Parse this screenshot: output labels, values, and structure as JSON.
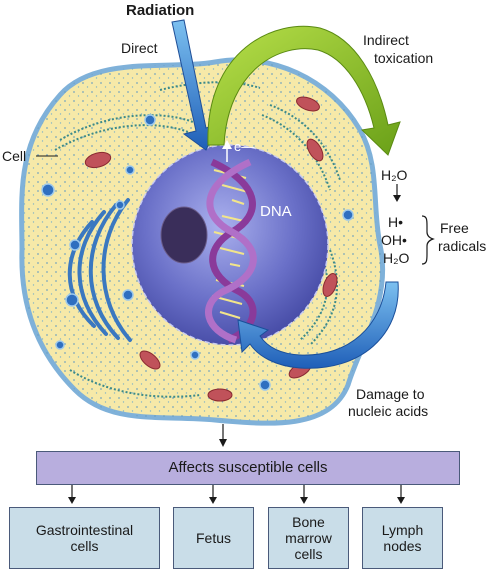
{
  "labels": {
    "radiation": "Radiation",
    "direct": "Direct",
    "indirect": "Indirect",
    "toxication": "toxication",
    "cell": "Cell",
    "dna": "DNA",
    "electron": "e—",
    "water": "H₂O",
    "h_radical": "H•",
    "oh_radical": "OH•",
    "water2": "H₂O",
    "free": "Free",
    "radicals": "radicals",
    "damage_line1": "Damage to",
    "damage_line2": "nucleic acids"
  },
  "affects_box": "Affects susceptible cells",
  "targets": [
    {
      "line1": "Gastrointestinal",
      "line2": "cells"
    },
    {
      "line1": "Fetus"
    },
    {
      "line1": "Bone",
      "line2": "marrow",
      "line3": "cells"
    },
    {
      "line1": "Lymph",
      "line2": "nodes"
    }
  ],
  "colors": {
    "cytoplasm": "#f6e9a8",
    "membrane": "#7fb1d9",
    "nucleus": "#4a52b0",
    "direct_arrow": "#3d8fd6",
    "indirect_arrow": "#9ccc2a",
    "damage_arrow": "#2f6fc8",
    "affects_box": "#b8aede",
    "target_box": "#c9dde8"
  }
}
